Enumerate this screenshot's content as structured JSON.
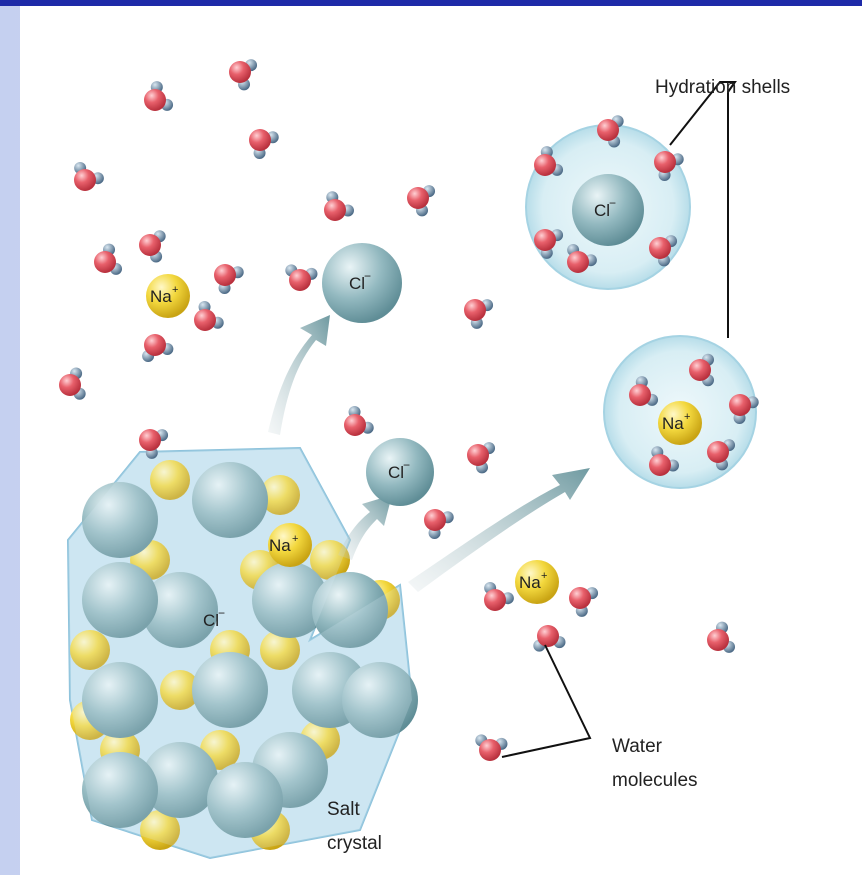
{
  "labels": {
    "hydration_shells": "Hydration shells",
    "water_molecules_line1": "Water",
    "water_molecules_line2": "molecules",
    "salt_crystal_line1": "Salt",
    "salt_crystal_line2": "crystal"
  },
  "ions": {
    "na": "Na",
    "cl": "Cl",
    "plus": "+",
    "minus": "−"
  },
  "colors": {
    "frame_accent": "#1e2aa8",
    "water_oxygen": "#e24b57",
    "water_hydrogen": "#6a86a0",
    "sodium": "#f2d23a",
    "chloride": "#8fb4bb",
    "shell": "#d6edf3",
    "crystal": "#a9d4e6"
  }
}
